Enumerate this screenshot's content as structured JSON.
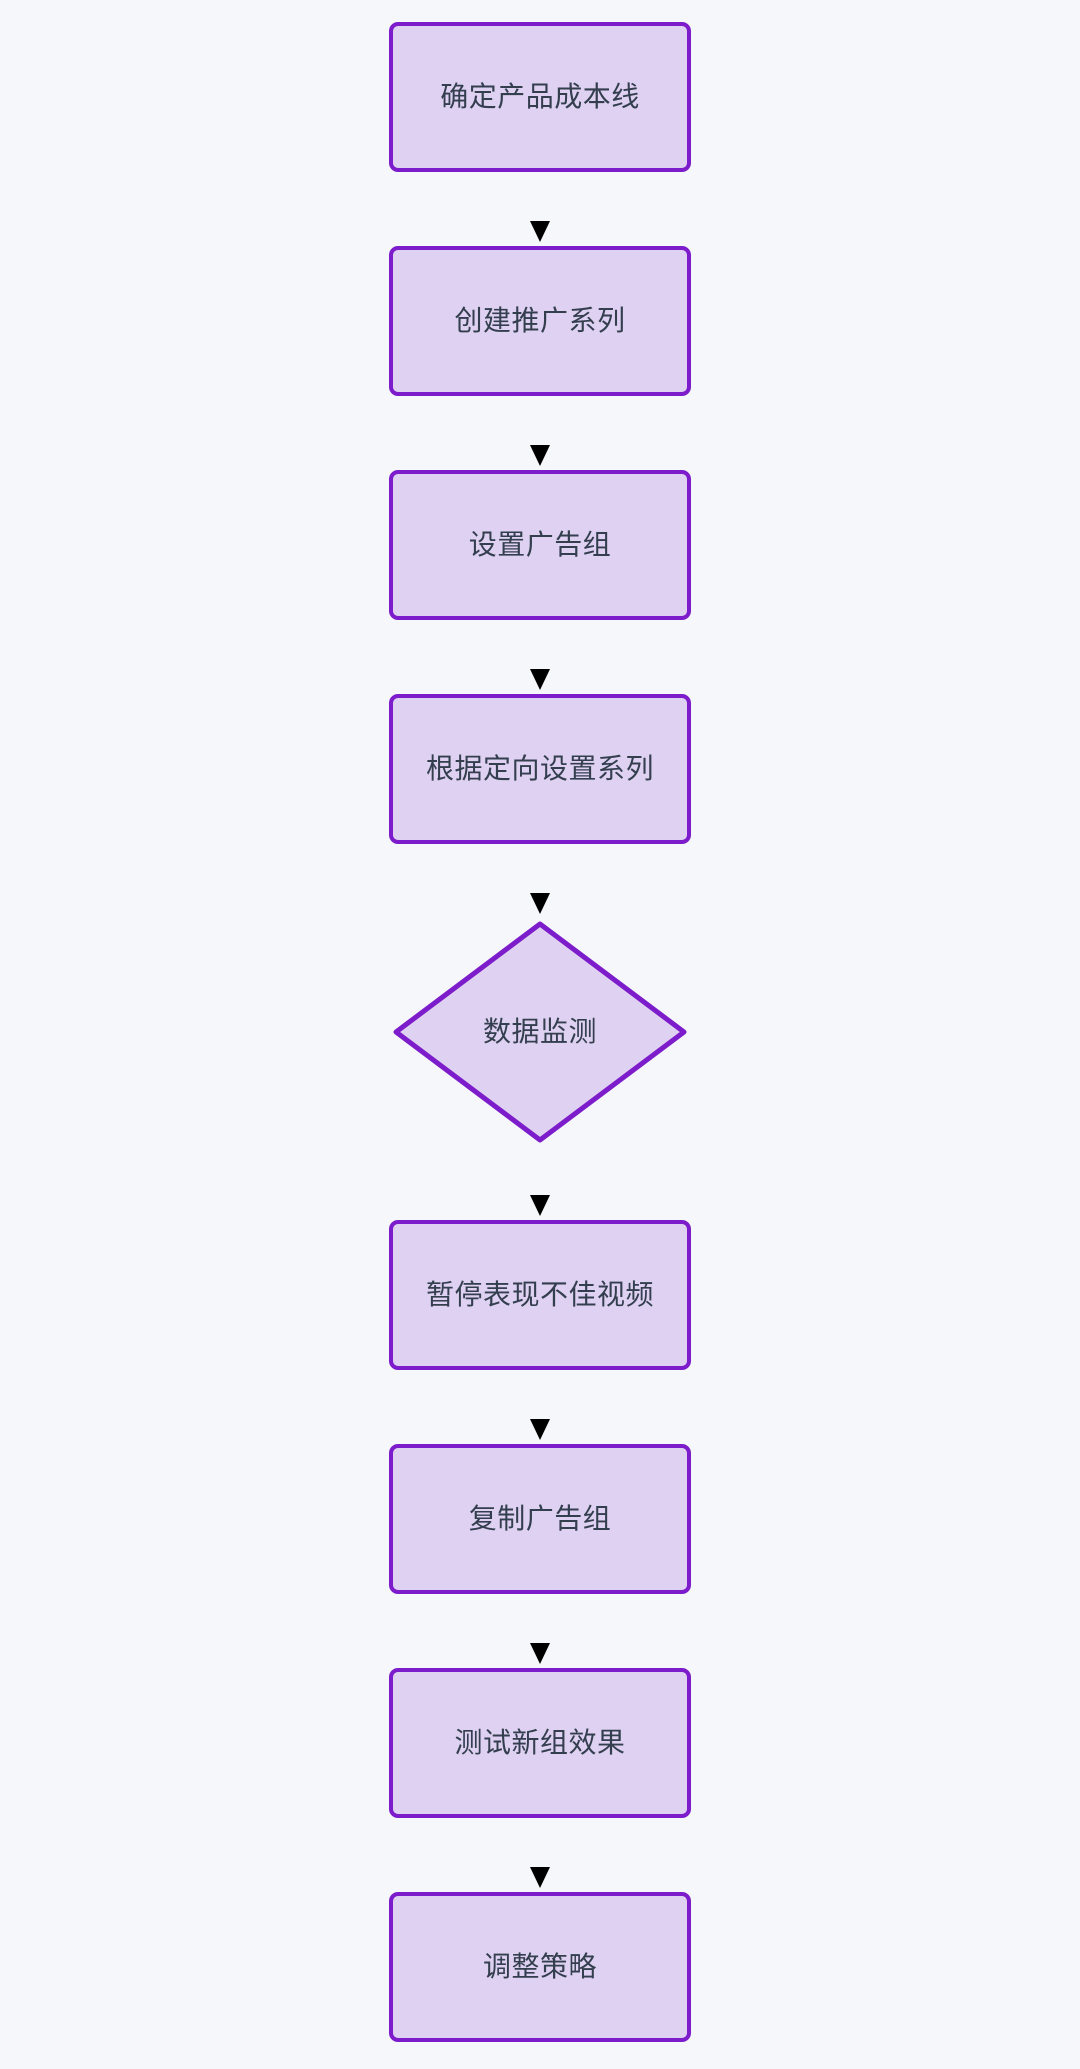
{
  "diagram": {
    "type": "flowchart",
    "direction": "top-down",
    "colors": {
      "canvas_bg": "#f6f7fa",
      "node_fill": "#dfd1f1",
      "node_stroke": "#7c1cca",
      "arrow": "#7b8694",
      "label_text": "#333e4f"
    },
    "nodes": [
      {
        "id": "step-1",
        "shape": "rect",
        "label": "确定产品成本线"
      },
      {
        "id": "step-2",
        "shape": "rect",
        "label": "创建推广系列"
      },
      {
        "id": "step-3",
        "shape": "rect",
        "label": "设置广告组"
      },
      {
        "id": "step-4",
        "shape": "rect",
        "label": "根据定向设置系列"
      },
      {
        "id": "decision-1",
        "shape": "diamond",
        "label": "数据监测"
      },
      {
        "id": "step-5",
        "shape": "rect",
        "label": "暂停表现不佳视频"
      },
      {
        "id": "step-6",
        "shape": "rect",
        "label": "复制广告组"
      },
      {
        "id": "step-7",
        "shape": "rect",
        "label": "测试新组效果"
      },
      {
        "id": "step-8",
        "shape": "rect",
        "label": "调整策略"
      }
    ],
    "edges": [
      {
        "from": "step-1",
        "to": "step-2"
      },
      {
        "from": "step-2",
        "to": "step-3"
      },
      {
        "from": "step-3",
        "to": "step-4"
      },
      {
        "from": "step-4",
        "to": "decision-1"
      },
      {
        "from": "decision-1",
        "to": "step-5"
      },
      {
        "from": "step-5",
        "to": "step-6"
      },
      {
        "from": "step-6",
        "to": "step-7"
      },
      {
        "from": "step-7",
        "to": "step-8"
      }
    ]
  }
}
